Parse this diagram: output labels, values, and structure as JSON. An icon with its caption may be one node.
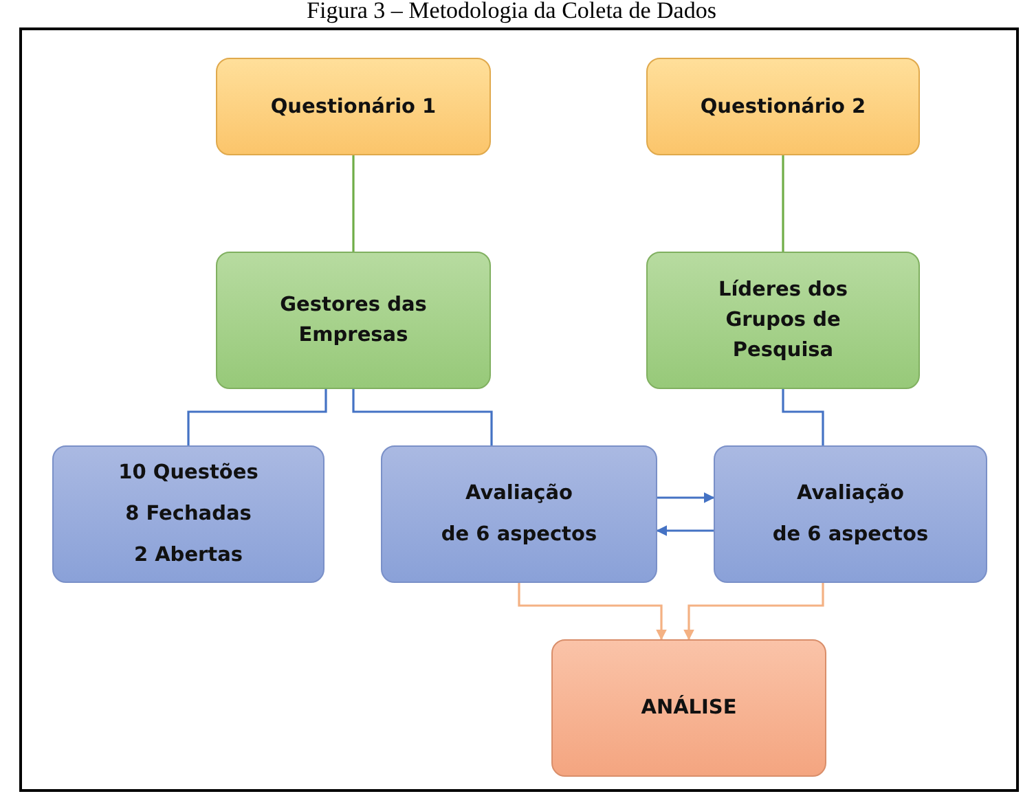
{
  "diagram": {
    "title": "Figura 3 – Metodologia da Coleta de Dados",
    "nodes": [
      {
        "text": [
          "Questionário 1"
        ]
      },
      {
        "text": [
          "Questionário 2"
        ]
      },
      {
        "text": [
          "Gestores das Empresas"
        ]
      },
      {
        "text": [
          "Líderes dos Grupos de Pesquisa"
        ]
      },
      {
        "text": [
          "10 Questões",
          "8 Fechadas",
          "2 Abertas"
        ]
      },
      {
        "text": [
          "Avaliação",
          "de 6 aspectos"
        ]
      },
      {
        "text": [
          "Avaliação",
          "de 6 aspectos"
        ]
      },
      {
        "text": [
          "ANÁLISE"
        ]
      }
    ],
    "edges": [
      {
        "from": 0,
        "to": 2,
        "arrow": "none",
        "color": "#70ad47"
      },
      {
        "from": 1,
        "to": 3,
        "arrow": "none",
        "color": "#70ad47"
      },
      {
        "from": 2,
        "to": 4,
        "arrow": "none"
      },
      {
        "from": 2,
        "to": 5,
        "arrow": "none"
      },
      {
        "from": 3,
        "to": 6,
        "arrow": "none"
      },
      {
        "from": 5,
        "to": 6,
        "arrow": "to"
      },
      {
        "from": 6,
        "to": 5,
        "arrow": "to"
      },
      {
        "from": 5,
        "to": 7,
        "arrow": "to",
        "color": "#f4b183"
      },
      {
        "from": 6,
        "to": 7,
        "arrow": "to",
        "color": "#f4b183"
      }
    ]
  }
}
